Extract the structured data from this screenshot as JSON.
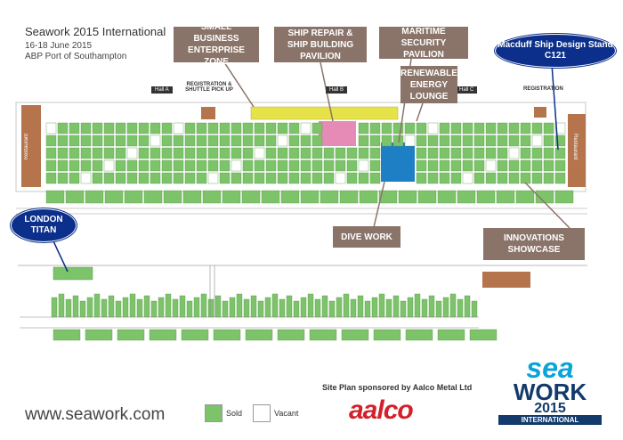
{
  "header": {
    "title": "Seawork 2015 International",
    "dates": "16-18 June 2015",
    "venue": "ABP Port of Southampton"
  },
  "callouts": {
    "small_business": "SMALL BUSINESS ENTERPRISE ZONE",
    "ship_repair": "SHIP REPAIR & SHIP BUILDING PAVILION",
    "maritime_security": "MARITIME SECURITY PAVILION",
    "renewable": "RENEWABLE ENERGY LOUNGE",
    "dive_work": "DIVE WORK",
    "innovations": "INNOVATIONS SHOWCASE"
  },
  "highlights": {
    "macduff": "Macduff Ship Design Stand C121",
    "london_titan": "LONDON TITAN"
  },
  "halls": {
    "a": "Hall A",
    "b": "Hall B",
    "c": "Hall C",
    "registration_left": "REGISTRATION & SHUTTLE PICK UP",
    "registration_right": "REGISTRATION",
    "restaurant_left": "Restaurant",
    "restaurant_right": "Restaurant"
  },
  "footer": {
    "website": "www.seawork.com",
    "sponsor": "Site Plan sponsored by Aalco Metal Ltd",
    "aalco": "aalco",
    "legend_sold": "Sold",
    "legend_vacant": "Vacant",
    "logo_sea": "sea",
    "logo_work": "WORK",
    "logo_year": "2015",
    "logo_intl": "INTERNATIONAL"
  },
  "colors": {
    "sold": "#7dc36a",
    "vacant": "#ffffff",
    "callout": "#8a7469",
    "highlight_oval": "#0b2f8a",
    "security": "#1f7fc4",
    "small_business": "#e5e24a",
    "ship_repair": "#e58bb5"
  }
}
